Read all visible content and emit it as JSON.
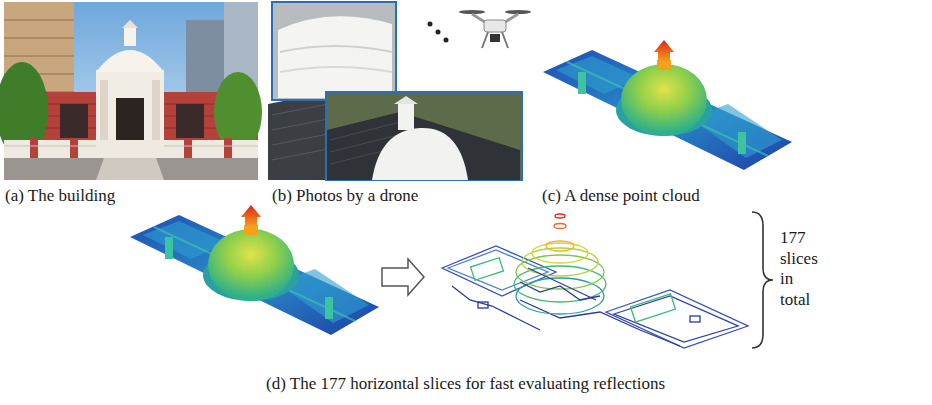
{
  "diagram": {
    "labels": [
      "(a) The building",
      "(b) Photos by a drone",
      "(c) A dense point cloud",
      "(d) The 177 horizontal slices for fast evaluating reflections",
      "177 slices in total"
    ]
  }
}
